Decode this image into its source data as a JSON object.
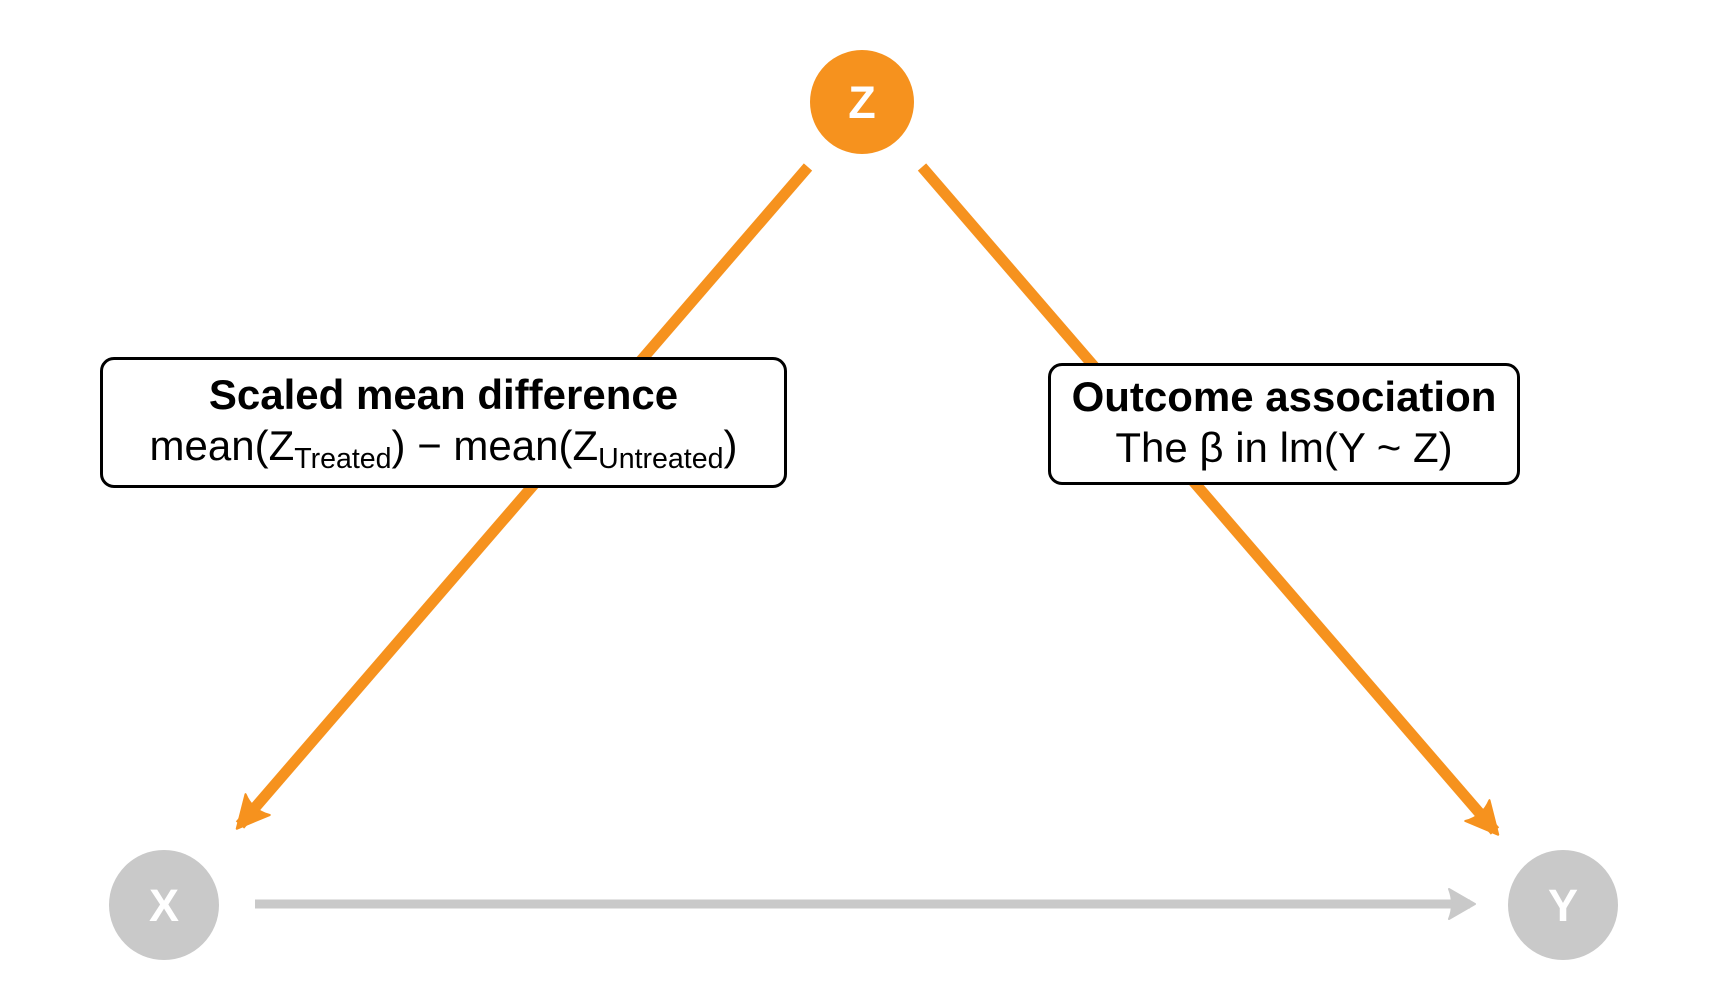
{
  "slide": {
    "background": "#FFFFFF"
  },
  "palette": {
    "confounder_orange": "#F6921E",
    "neutral_gray": "#C9C9C9",
    "node_letter_color": "#FFFFFF",
    "box_border": "#000000",
    "box_text": "#000000"
  },
  "nodes": {
    "z": {
      "label": "Z",
      "color": "#F6921E"
    },
    "x": {
      "label": "X",
      "color": "#C9C9C9"
    },
    "y": {
      "label": "Y",
      "color": "#C9C9C9"
    }
  },
  "edges": [
    {
      "name": "z-to-x",
      "from": "Z",
      "to": "X",
      "color": "#F6921E"
    },
    {
      "name": "z-to-y",
      "from": "Z",
      "to": "Y",
      "color": "#F6921E"
    },
    {
      "name": "x-to-y",
      "from": "X",
      "to": "Y",
      "color": "#C9C9C9"
    }
  ],
  "boxes": {
    "left": {
      "title": "Scaled mean difference",
      "formula": {
        "p1": "mean(Z",
        "sub1": "Treated",
        "p2": ") − mean(Z",
        "sub2": "Untreated",
        "p3": ")"
      }
    },
    "right": {
      "title": "Outcome association",
      "formula": "The β in lm(Y ~ Z)"
    }
  }
}
